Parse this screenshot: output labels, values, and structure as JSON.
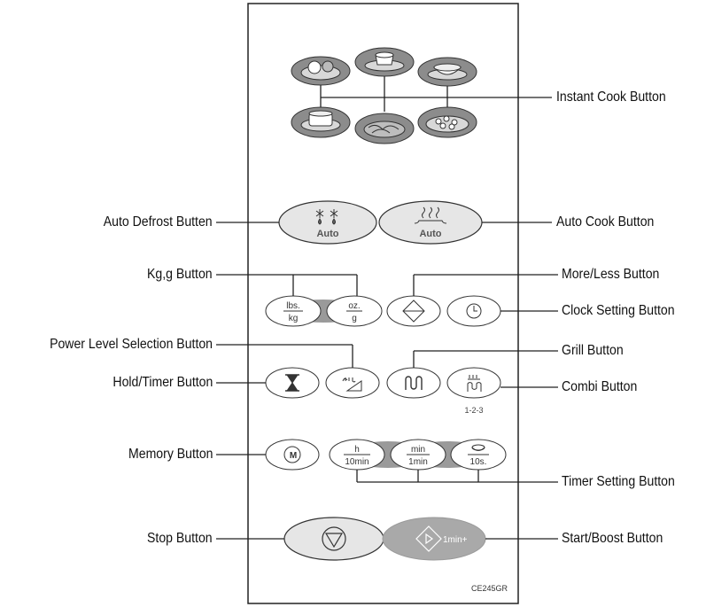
{
  "callouts": {
    "instant_cook": "Instant Cook Button",
    "auto_defrost": "Auto Defrost Butten",
    "auto_cook": "Auto Cook Button",
    "kg_g": "Kg,g Button",
    "more_less": "More/Less Button",
    "clock_setting": "Clock Setting Button",
    "power_level": "Power Level Selection Button",
    "grill": "Grill Button",
    "hold_timer": "Hold/Timer Button",
    "combi": "Combi Button",
    "memory": "Memory Button",
    "timer_setting": "Timer Setting Button",
    "stop": "Stop Button",
    "start_boost": "Start/Boost Button"
  },
  "panel": {
    "auto_defrost_text": "Auto",
    "auto_cook_text": "Auto",
    "lbs_top": "lbs.",
    "lbs_bottom": "kg",
    "oz_top": "oz.",
    "oz_bottom": "g",
    "combi_sub": "1-2-3",
    "memory_symbol": "M",
    "h_top": "h",
    "h_bottom": "10min",
    "min_top": "min",
    "min_bottom": "1min",
    "sec_bottom": "10s.",
    "start_text": "1min+",
    "model_code": "CE245GR"
  },
  "icons": {
    "instant_cook_dishes": [
      "meat-dish-icon",
      "cup-icon",
      "soup-bowl-icon",
      "casserole-icon",
      "pasta-dish-icon",
      "vegetable-dish-icon"
    ],
    "auto_defrost": "snowflake-drops-icon",
    "auto_cook": "steam-icon",
    "more_less": "up-down-arrows-icon",
    "clock": "clock-icon",
    "hold_timer": "hourglass-icon",
    "power_level": "power-level-icon",
    "grill": "grill-coil-icon",
    "combi": "combi-icon",
    "memory": "memory-icon",
    "stop": "stop-icon",
    "start": "start-icon"
  },
  "colors": {
    "button_fill": "#e6e6e6",
    "dark_button_fill": "#a9a9a9",
    "dish_fill": "#8c8c8c",
    "bridge_fill": "#9a9a9a",
    "line": "#222222"
  }
}
